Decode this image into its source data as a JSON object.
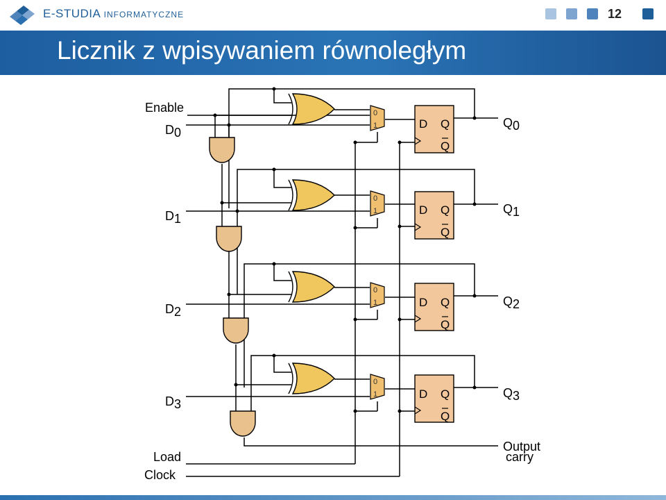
{
  "header": {
    "brand_main": "E-STUDIA",
    "brand_sub": "INFORMATYCZNE",
    "page_number": "12",
    "square_colors": [
      "#a9c4e0",
      "#7ea5cf",
      "#4f83bb",
      "#1f5f99"
    ]
  },
  "slide": {
    "title": "Licznik z wpisywaniem równoległym"
  },
  "circuit": {
    "inputs": {
      "enable": "Enable",
      "d0": "D",
      "d0_sub": "0",
      "d1": "D",
      "d1_sub": "1",
      "d2": "D",
      "d2_sub": "2",
      "d3": "D",
      "d3_sub": "3",
      "load": "Load",
      "clock": "Clock"
    },
    "outputs": {
      "q0": "Q",
      "q0_sub": "0",
      "q1": "Q",
      "q1_sub": "1",
      "q2": "Q",
      "q2_sub": "2",
      "q3": "Q",
      "q3_sub": "3",
      "carry_line1": "Output",
      "carry_line2": "carry"
    },
    "mux_labels": {
      "top": "0",
      "bottom": "1"
    },
    "flipflop_labels": {
      "d": "D",
      "q": "Q",
      "qbar": "Q"
    },
    "colors": {
      "gate_xor": "#f0c75e",
      "gate_and": "#e8c18d",
      "flipflop": "#f2c79c",
      "mux": "#f0c070",
      "wire": "#000000"
    }
  }
}
